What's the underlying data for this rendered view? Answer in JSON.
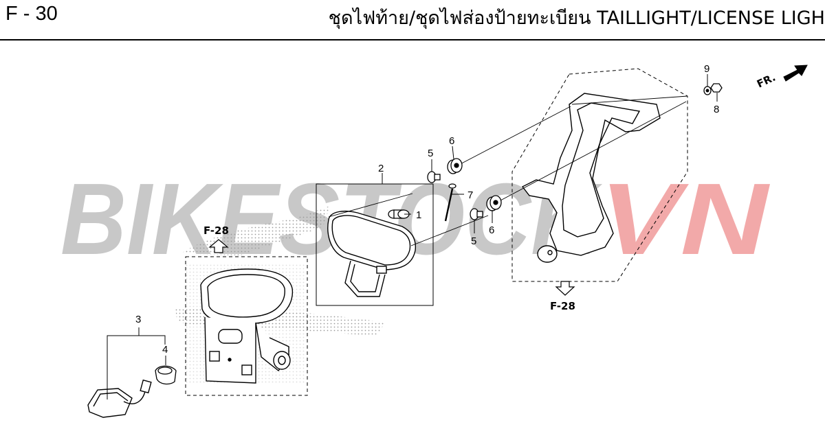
{
  "header": {
    "page_code": "F - 30",
    "title": "ชุดไฟท้าย/ชุดไฟส่องป้ายทะเบียน  TAILLIGHT/LICENSE LIGH"
  },
  "watermark": {
    "part1": "BIKESTOCK",
    "part2": "VN",
    "color_main": "#c8c8c8",
    "color_accent": "#f2a9a9"
  },
  "direction_marker": {
    "label": "FR."
  },
  "reference_arrows": [
    {
      "label": "F-28"
    },
    {
      "label": "F-28"
    }
  ],
  "callouts": [
    "1",
    "2",
    "3",
    "4",
    "5",
    "5",
    "6",
    "6",
    "7",
    "8",
    "9"
  ]
}
